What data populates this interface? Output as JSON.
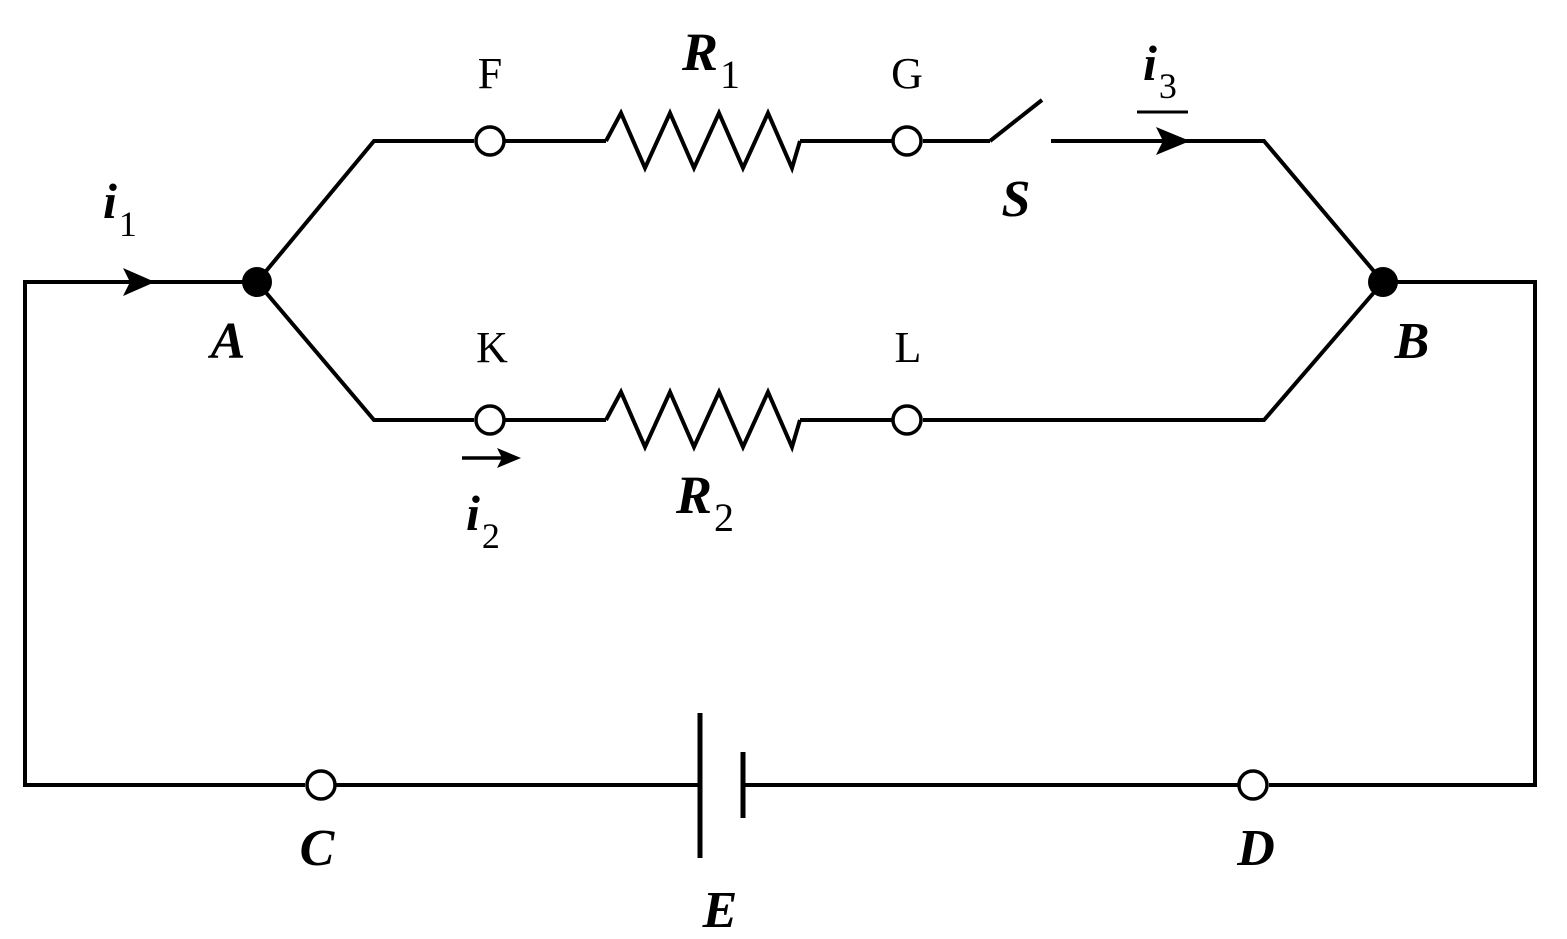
{
  "nodes": {
    "A": "A",
    "B": "B",
    "C": "C",
    "D": "D",
    "E": "E"
  },
  "terminals": {
    "F": "F",
    "G": "G",
    "K": "K",
    "L": "L"
  },
  "resistors": {
    "r1": {
      "symbol": "R",
      "subscript": "1"
    },
    "r2": {
      "symbol": "R",
      "subscript": "2"
    }
  },
  "switch": {
    "label": "S"
  },
  "currents": {
    "i1": {
      "symbol": "i",
      "subscript": "1"
    },
    "i2": {
      "symbol": "i",
      "subscript": "2"
    },
    "i3": {
      "symbol": "i",
      "subscript": "3"
    }
  }
}
